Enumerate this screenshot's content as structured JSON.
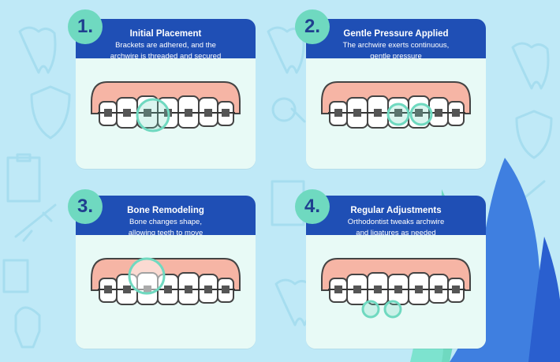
{
  "steps": [
    {
      "number": "1.",
      "title": "Initial Placement",
      "desc": [
        "Brackets are adhered, and the",
        "archwire is threaded and secured"
      ]
    },
    {
      "number": "2.",
      "title": "Gentle Pressure Applied",
      "desc": [
        "The archwire exerts continuous,",
        "gentle pressure"
      ]
    },
    {
      "number": "3.",
      "title": "Bone Remodeling",
      "desc": [
        "Bone changes shape,",
        "allowing teeth to move"
      ]
    },
    {
      "number": "4.",
      "title": "Regular Adjustments",
      "desc": [
        "Orthodontist tweaks archwire",
        "and ligatures as needed"
      ]
    }
  ],
  "colors": {
    "background": "#bfe9f7",
    "header": "#1f4fb5",
    "badge": "#6fd9c0",
    "gum": "#f6b5a5",
    "highlight": "#6fd9c0",
    "leaf_blue": "#3f7fe0",
    "leaf_teal": "#6fd9c0"
  },
  "icons": [
    "tooth-icon",
    "shield-icon",
    "clipboard-icon",
    "magnifier-icon",
    "syringe-icon",
    "dental-implant-icon"
  ]
}
